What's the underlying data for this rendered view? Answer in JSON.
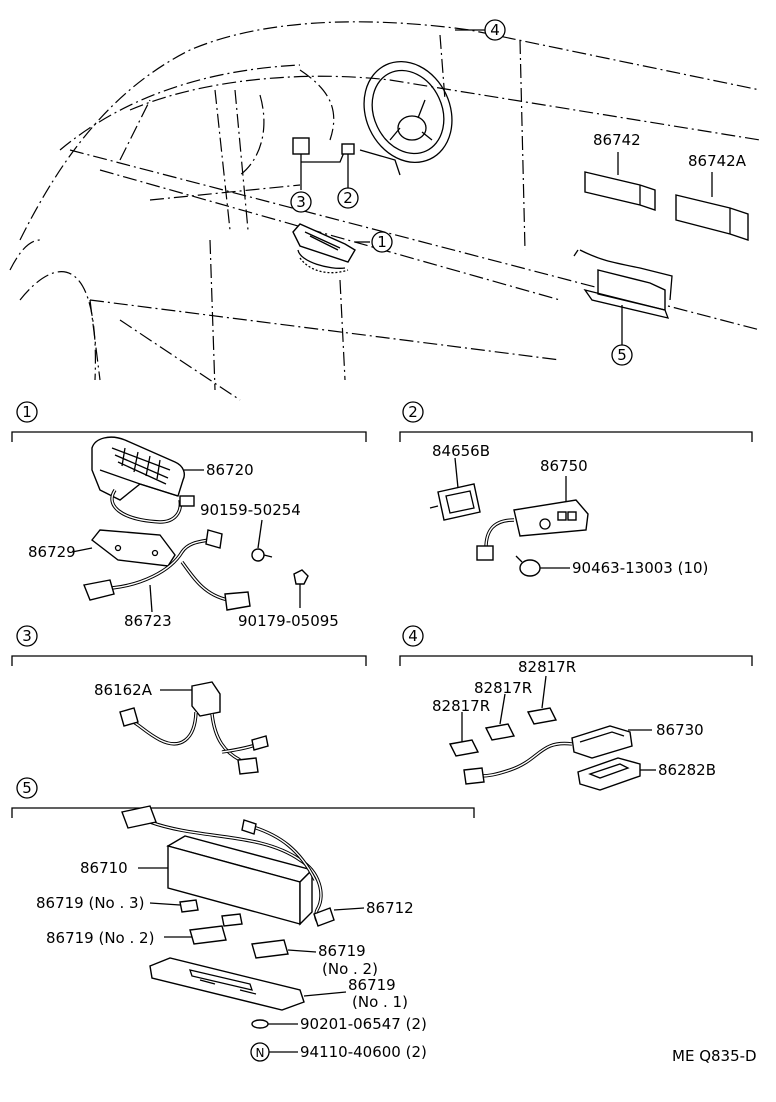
{
  "callouts": {
    "c1": "1",
    "c2": "2",
    "c3": "3",
    "c4": "4",
    "c5": "5",
    "nut": "N"
  },
  "overview": {
    "p86742": "86742",
    "p86742A": "86742A"
  },
  "section1": {
    "p86720": "86720",
    "p90159": "90159-50254",
    "p86729": "86729",
    "p86723": "86723",
    "p90179": "90179-05095"
  },
  "section2": {
    "p84656B": "84656B",
    "p86750": "86750",
    "p90463": "90463-13003 (10)"
  },
  "section3": {
    "p86162A": "86162A"
  },
  "section4": {
    "p82817R_a": "82817R",
    "p82817R_b": "82817R",
    "p82817R_c": "82817R",
    "p86730": "86730",
    "p86282B": "86282B"
  },
  "section5": {
    "p86710": "86710",
    "p86719_no3": "86719 (No . 3)",
    "p86719_no2_left": "86719 (No . 2)",
    "p86712": "86712",
    "p86719_no2_right": "86719",
    "p86719_no2_right_sub": "(No . 2)",
    "p86719_no1": "86719",
    "p86719_no1_sub": "(No . 1)",
    "p90201": "90201-06547 (2)",
    "p94110": "94110-40600 (2)"
  },
  "footer": {
    "code": "ME Q835-D"
  }
}
